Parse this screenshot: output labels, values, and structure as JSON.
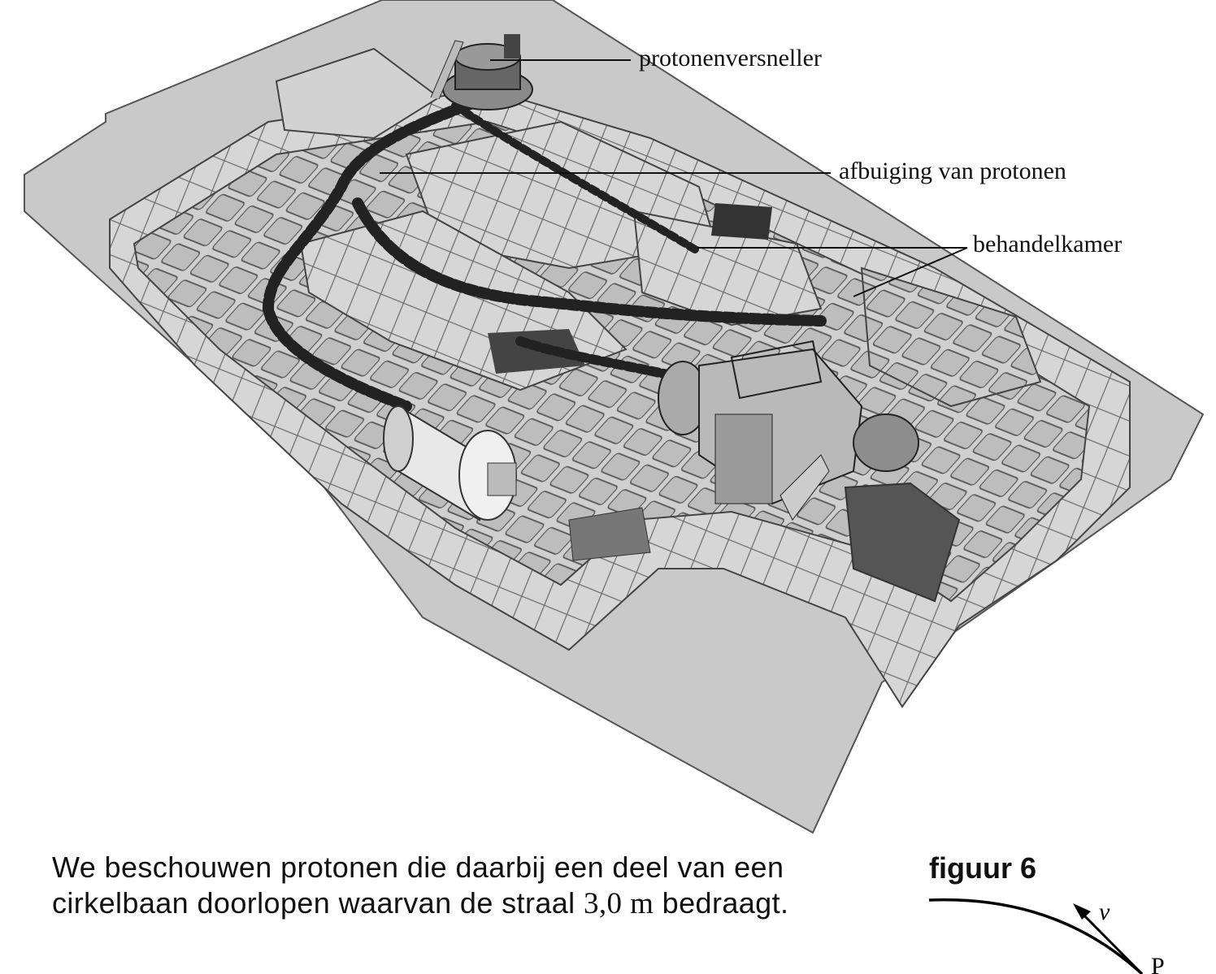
{
  "figure": {
    "callouts": {
      "accelerator": "protonenversneller",
      "deflection": "afbuiging van protonen",
      "treatment_room": "behandelkamer"
    }
  },
  "text": {
    "paragraph_part1": "We beschouwen protonen die daarbij een deel van een cirkelbaan doorlopen waarvan de straal ",
    "radius_value": "3,0 m",
    "paragraph_part2": " bedraagt."
  },
  "figure6": {
    "title": "figuur 6",
    "velocity_label": "v",
    "point_label": "P"
  }
}
